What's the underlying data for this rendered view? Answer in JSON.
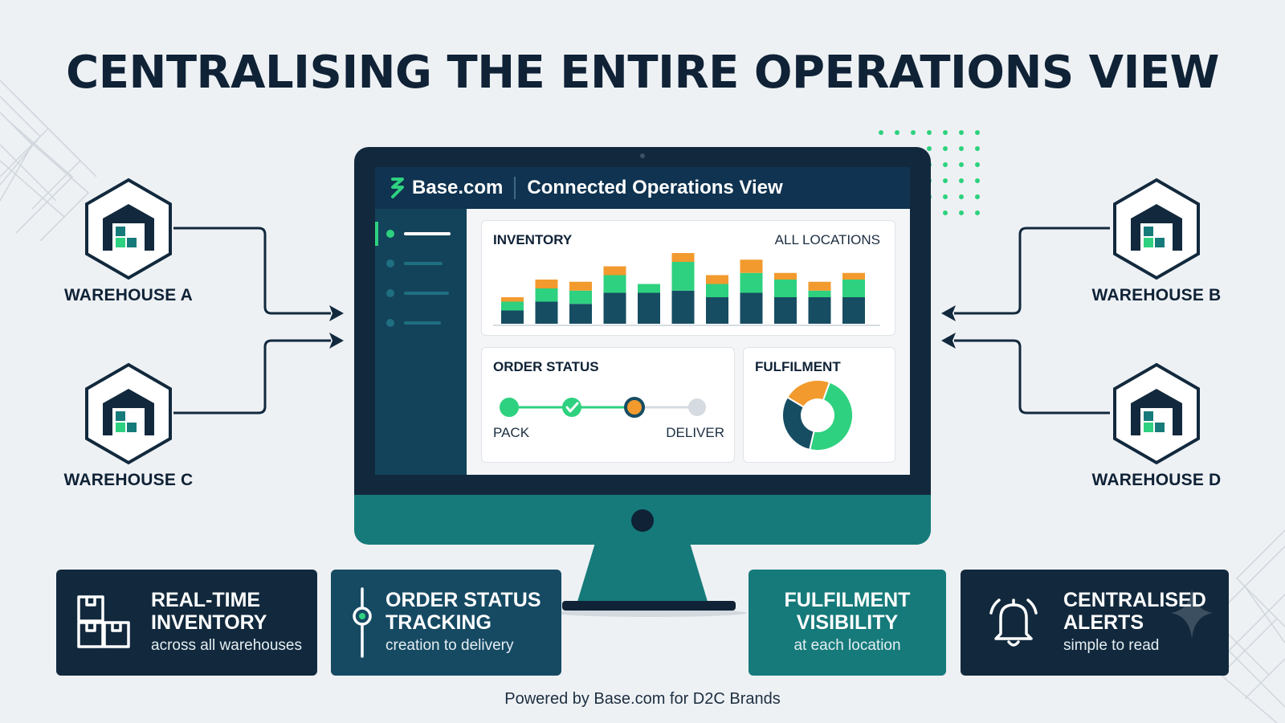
{
  "title": "CENTRALISING THE ENTIRE OPERATIONS VIEW",
  "warehouses": [
    {
      "label": "WAREHOUSE A",
      "icon": "warehouse-icon"
    },
    {
      "label": "WAREHOUSE B",
      "icon": "warehouse-icon"
    },
    {
      "label": "WAREHOUSE C",
      "icon": "warehouse-icon"
    },
    {
      "label": "WAREHOUSE D",
      "icon": "warehouse-icon"
    }
  ],
  "app": {
    "brand": "Base.com",
    "view_title": "Connected Operations View",
    "nav_items": 4,
    "inventory": {
      "title": "INVENTORY",
      "filter": "ALL LOCATIONS"
    },
    "order_status": {
      "title": "ORDER STATUS",
      "start_label": "PACK",
      "end_label": "DELIVER",
      "steps_completed": 3,
      "steps_total": 4
    },
    "fulfilment": {
      "title": "FULFILMENT"
    }
  },
  "chart_data": {
    "type": "bar",
    "stacked": true,
    "series": [
      {
        "values": [
          3,
          5,
          4.5,
          7,
          7,
          7.5,
          6,
          7,
          6,
          6,
          6
        ]
      },
      {
        "values": [
          2,
          3,
          3,
          4,
          2,
          6.5,
          3,
          4.5,
          4,
          1.5,
          4
        ]
      },
      {
        "values": [
          1,
          2,
          2,
          2,
          0,
          2,
          2,
          3,
          1.5,
          2,
          1.5
        ]
      }
    ],
    "colors": [
      "#164d63",
      "#2ed17f",
      "#f29a2e"
    ],
    "pie": {
      "type": "pie",
      "values": [
        48,
        30,
        22
      ],
      "colors": [
        "#2ed17f",
        "#164d63",
        "#f29a2e"
      ]
    }
  },
  "features": [
    {
      "title_line1": "REAL-TIME",
      "title_line2": "INVENTORY",
      "subtitle": "across all warehouses",
      "icon": "boxes-icon",
      "color": "#12293d"
    },
    {
      "title_line1": "ORDER STATUS",
      "title_line2": "TRACKING",
      "subtitle": "creation to delivery",
      "icon": "timeline-icon",
      "color": "#164a63"
    },
    {
      "title_line1": "FULFILMENT",
      "title_line2": "VISIBILITY",
      "subtitle": "at each location",
      "icon": "",
      "color": "#167a7a"
    },
    {
      "title_line1": "CENTRALISED",
      "title_line2": "ALERTS",
      "subtitle": "simple to read",
      "icon": "bell-icon",
      "color": "#12293d"
    }
  ],
  "footer": "Powered by Base.com for D2C Brands"
}
